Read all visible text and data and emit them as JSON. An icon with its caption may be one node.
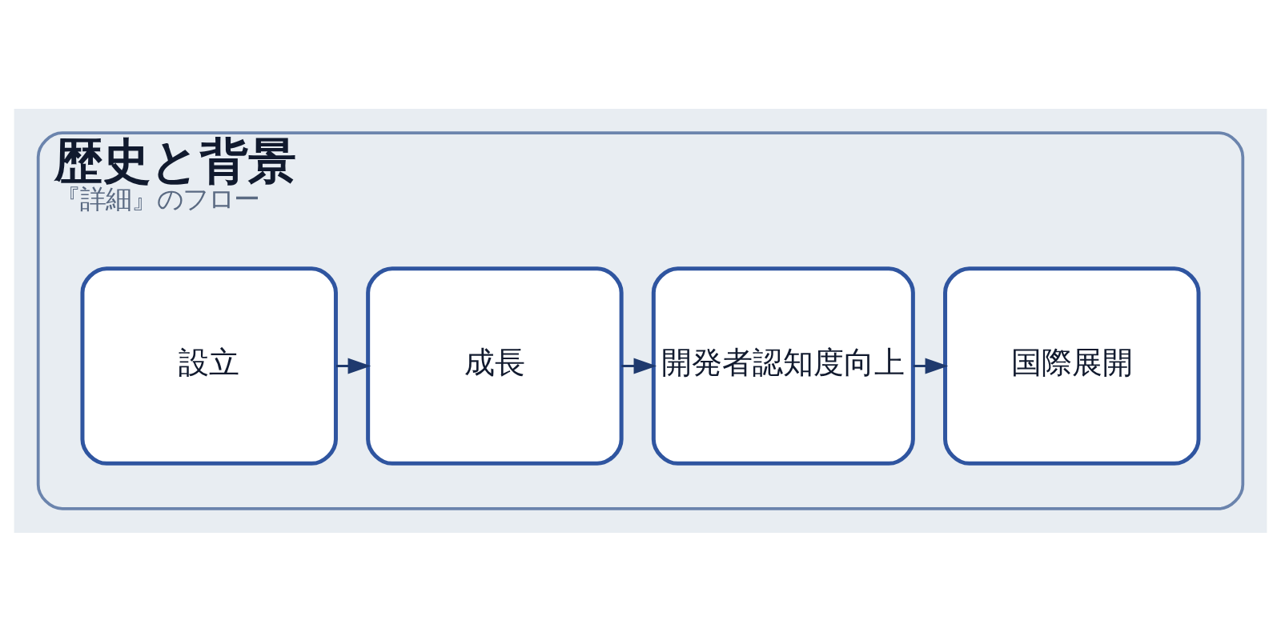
{
  "diagram": {
    "nodes": [
      {
        "text": [
          "歴史と背景",
          "『詳細』のフロー"
        ]
      },
      {
        "text": [
          "設立"
        ],
        "in": 0
      },
      {
        "text": [
          "成長"
        ],
        "in": 0
      },
      {
        "text": [
          "開発者認知度向上"
        ],
        "in": 0
      },
      {
        "text": [
          "国際展開"
        ],
        "in": 0
      }
    ],
    "edges": [
      {
        "from": 1,
        "to": 2,
        "arrow": "to"
      },
      {
        "from": 2,
        "to": 3,
        "arrow": "to"
      },
      {
        "from": 3,
        "to": 4,
        "arrow": "to"
      }
    ]
  }
}
